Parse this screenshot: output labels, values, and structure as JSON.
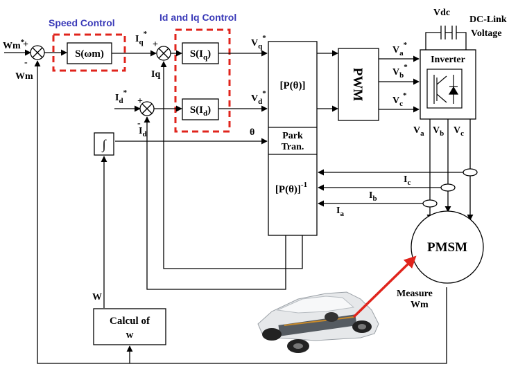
{
  "titles": {
    "speed_control": "Speed Control",
    "id_iq_control": "Id and Iq Control"
  },
  "blocks": {
    "speed_controller": "S(ωm)",
    "iq_controller": "S(I",
    "iq_sub": "q",
    "id_controller": "S(I",
    "id_sub": "d",
    "park": "[P(θ)]",
    "park_tran": "Park",
    "park_tran2": "Tran.",
    "inv_park": "[P(θ)]",
    "inv_park_sup": "-1",
    "pwm": "PWM",
    "inverter": "Inverter",
    "integrator": "∫",
    "calcul_line1": "Calcul of",
    "calcul_line2": "w",
    "pmsm": "PMSM"
  },
  "labels": {
    "wm_ref": "Wm",
    "wm_ref_sup": "*",
    "wm_fb": "Wm",
    "iq_ref": "I",
    "iq_ref_sub": "q",
    "iq_ref_sup": "*",
    "iq_fb": "Iq",
    "id_ref": "I",
    "id_ref_sub": "d",
    "id_ref_sup": "*",
    "id_fb": "I",
    "id_fb_sub": "d",
    "vq": "V",
    "vq_sub": "q",
    "vq_sup": "*",
    "vd": "V",
    "vd_sub": "d",
    "vd_sup": "*",
    "theta": "θ",
    "va_ref": "V",
    "va_ref_sub": "a",
    "vb_ref": "V",
    "vb_ref_sub": "b",
    "vc_ref": "V",
    "vc_ref_sub": "c",
    "ref_sup": "*",
    "vdc": "Vdc",
    "dclink1": "DC-Link",
    "dclink2": "Voltage",
    "va": "V",
    "va_sub": "a",
    "vb": "V",
    "vb_sub": "b",
    "vc": "V",
    "vc_sub": "c",
    "ic": "I",
    "ic_sub": "c",
    "ib": "I",
    "ib_sub": "b",
    "ia": "I",
    "ia_sub": "a",
    "w": "W",
    "measure": "Measure",
    "measure_wm": "Wm",
    "plus": "+",
    "minus": "-"
  },
  "colors": {
    "title": "#3a3ab8",
    "dashed_box": "#e0241c",
    "arrow": "#e0241c"
  }
}
